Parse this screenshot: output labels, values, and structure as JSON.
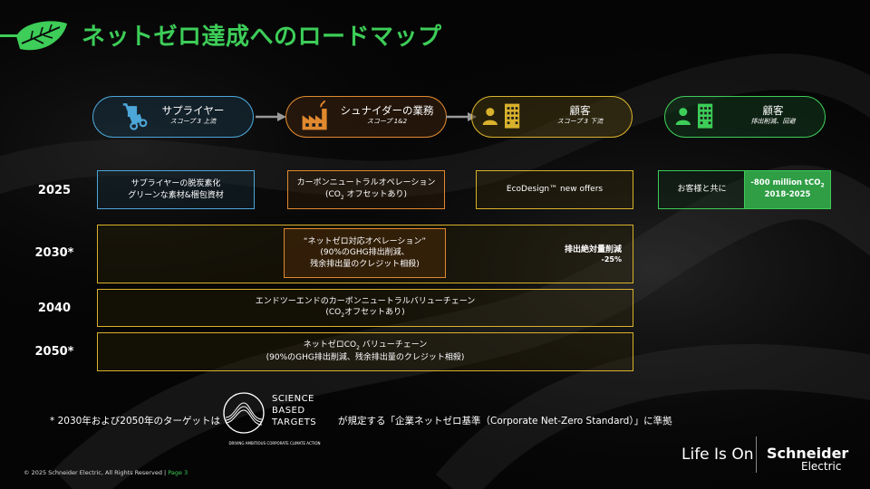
{
  "title": "ネットゼロ達成へのロードマップ",
  "phases": [
    {
      "name": "サプライヤー",
      "scope": "スコープ 3 上流",
      "color": "#4da6d8"
    },
    {
      "name": "シュナイダーの業務",
      "scope": "スコープ 1&2",
      "color": "#e0892f"
    },
    {
      "name": "顧客",
      "scope": "スコープ 3 下流",
      "color": "#d9b22c"
    },
    {
      "name": "顧客",
      "scope": "排出削減、回避",
      "color": "#3dcd58"
    }
  ],
  "years": [
    "2025",
    "2030*",
    "2040",
    "2050*"
  ],
  "row2025": {
    "supplier": {
      "line1": "サプライヤーの脱炭素化",
      "line2": "グリーンな素材&梱包資材"
    },
    "operations": {
      "line1": "カーボンニュートラルオペレーション",
      "line2_a": "(CO",
      "line2_sub": "2",
      "line2_b": " オフセットあり)"
    },
    "customer": {
      "line1": "EcoDesign™ new offers"
    },
    "avoided": {
      "label": "お客様と共に",
      "value_a": "-800 million tCO",
      "value_sub": "2",
      "period": "2018-2025"
    }
  },
  "row2030": {
    "ops_line1": "“ネットゼロ対応オペレーション”",
    "ops_line2": "(90%のGHG排出削減、",
    "ops_line3": "残余排出量のクレジット相殺)",
    "reduction_label": "排出絶対量削減",
    "reduction_value": "-25%"
  },
  "row2040": {
    "line1": "エンドツーエンドのカーボンニュートラルバリューチェーン",
    "line2_a": "(CO",
    "line2_sub": "2",
    "line2_b": "オフセットあり)"
  },
  "row2050": {
    "line1_a": "ネットゼロCO",
    "line1_sub": "2",
    "line1_b": " バリューチェーン",
    "line2": "(90%のGHG排出削減、残余排出量のクレジット相殺)"
  },
  "footnote": {
    "prefix": "* 2030年および2050年のターゲットは",
    "suffix": "が規定する「企業ネットゼロ基準（Corporate Net-Zero Standard）」に準拠",
    "sbt_line1": "SCIENCE",
    "sbt_line2": "BASED",
    "sbt_line3": "TARGETS",
    "sbt_tagline": "DRIVING AMBITIOUS CORPORATE CLIMATE ACTION"
  },
  "copyright": "© 2025 Schneider Electric, All Rights Reserved |",
  "page": "Page 3",
  "tagline": "Life Is On",
  "brand1": "Schneider",
  "brand2": "Electric"
}
